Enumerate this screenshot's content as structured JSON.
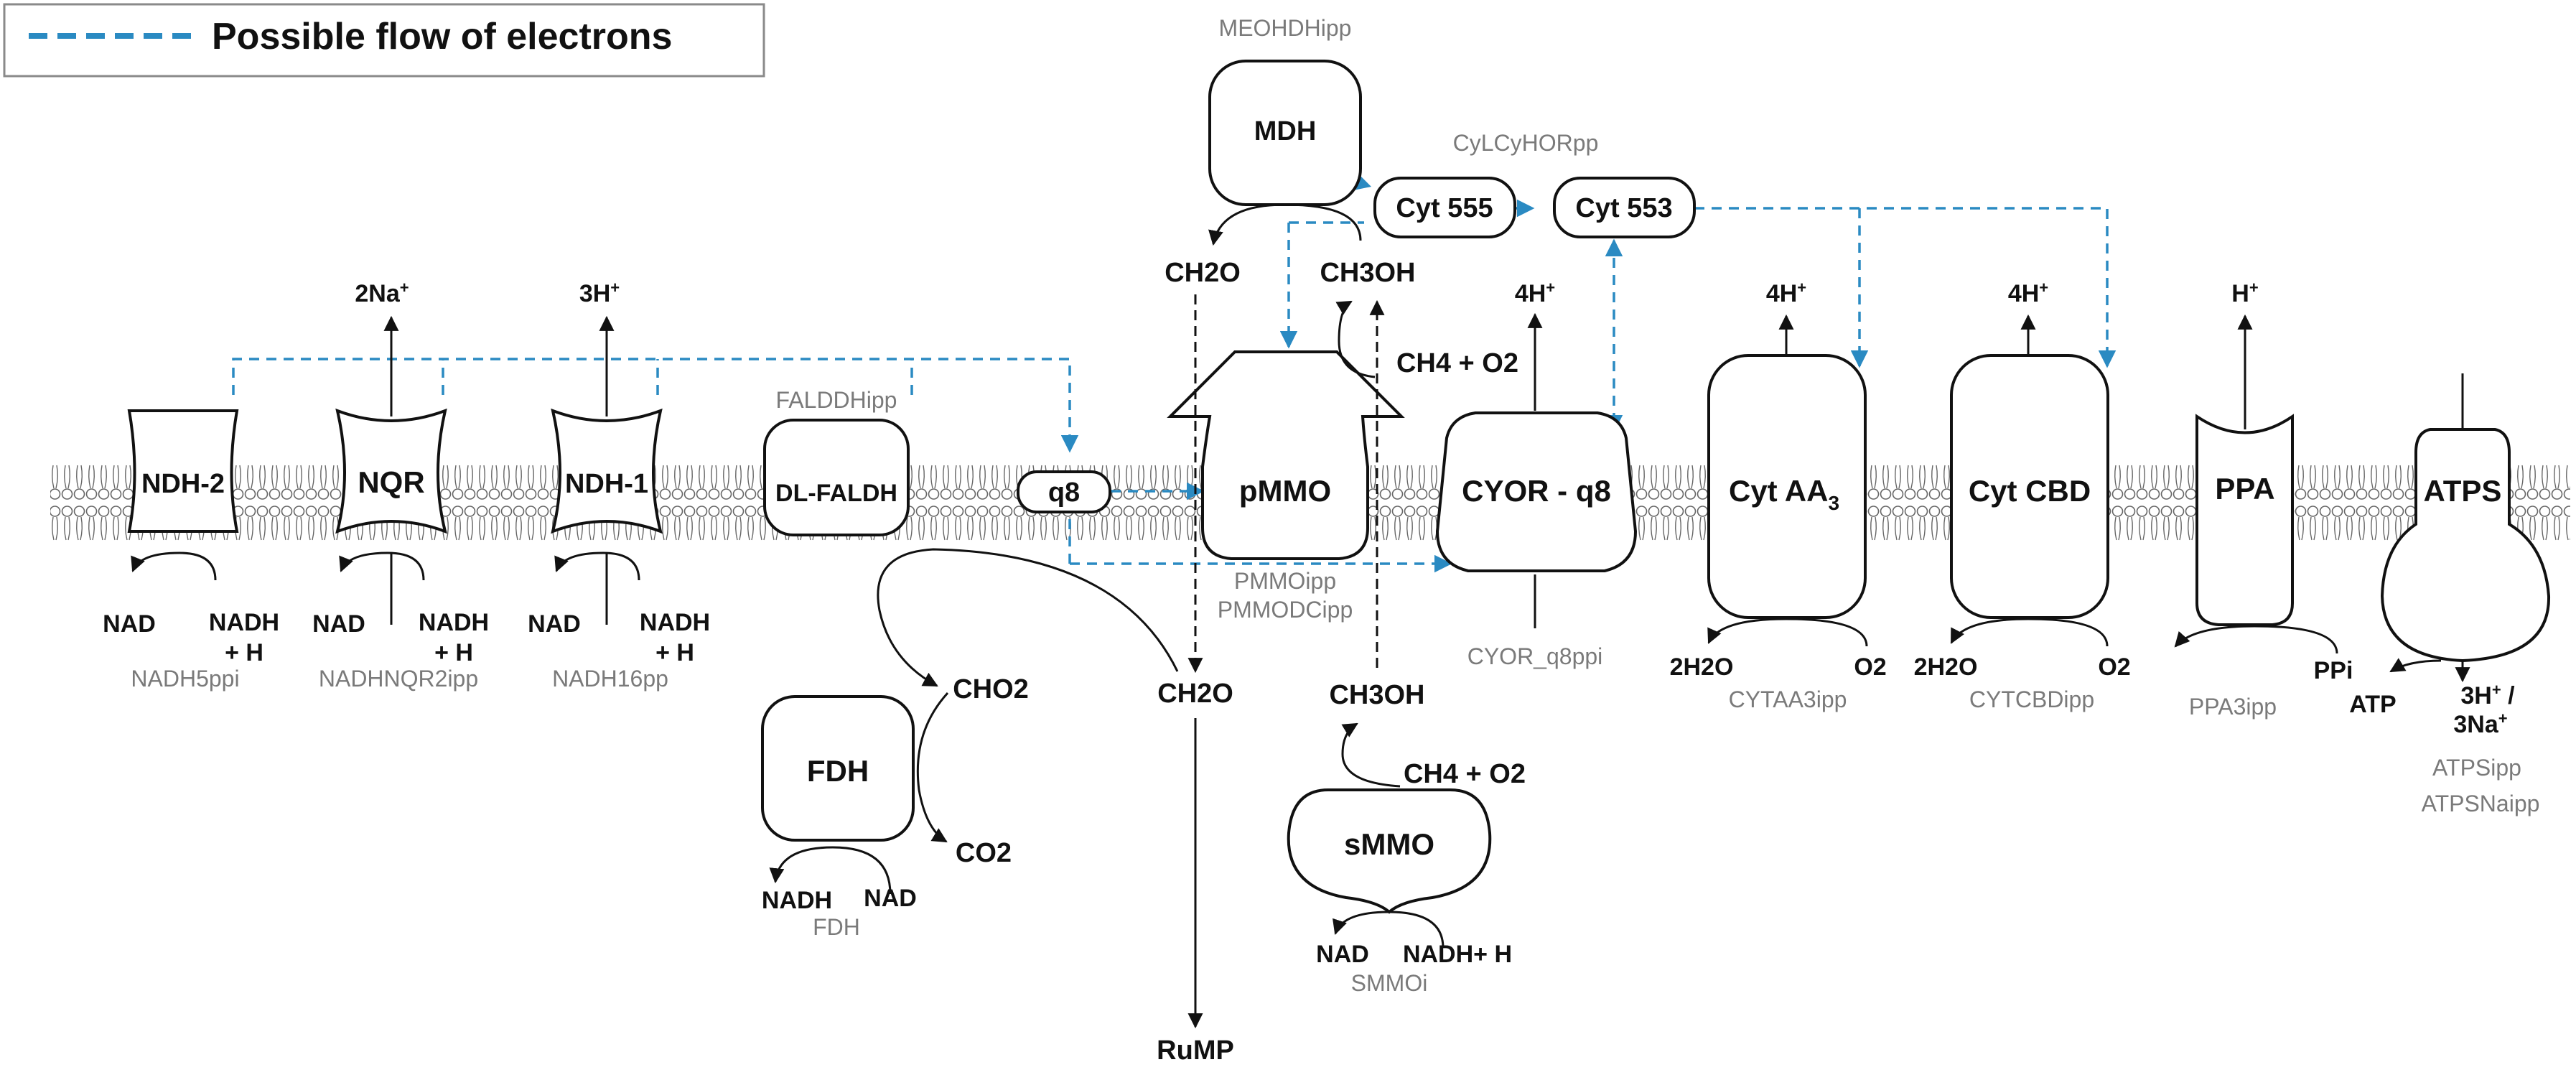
{
  "legend": {
    "label": "Possible flow of electrons"
  },
  "colors": {
    "electron_flow": "#2a8ac2",
    "outline": "#111111",
    "reaction_label": "#7a7a7a"
  },
  "enzymes": {
    "ndh2": "NDH-2",
    "nqr": "NQR",
    "ndh1": "NDH-1",
    "dlfaldh": "DL-FALDH",
    "q8": "q8",
    "pmmo": "pMMO",
    "cyor": "CYOR - q8",
    "cytaa3_main": "Cyt AA",
    "cytaa3_sub": "3",
    "cytcbd": "Cyt CBD",
    "ppa": "PPA",
    "atps": "ATPS",
    "mdh": "MDH",
    "cyt555": "Cyt 555",
    "cyt553": "Cyt 553",
    "fdh": "FDH",
    "smmo": "sMMO"
  },
  "metabolites": {
    "ndh2_in": "NAD",
    "ndh2_out_1": "NADH",
    "ndh2_out_2": "+ H",
    "nqr_top_main": "2Na",
    "nqr_top_sup": "+",
    "nqr_in": "NAD",
    "nqr_out_1": "NADH",
    "nqr_out_2": "+ H",
    "ndh1_top_main": "3H",
    "ndh1_top_sup": "+",
    "ndh1_in": "NAD",
    "ndh1_out_1": "NADH",
    "ndh1_out_2": "+ H",
    "cho2": "CHO2",
    "co2": "CO2",
    "fdh_nadh": "NADH",
    "fdh_nad": "NAD",
    "ch2o_top": "CH2O",
    "ch3oh_top": "CH3OH",
    "ch4o2_top": "CH4 + O2",
    "ch2o_mid": "CH2O",
    "rump": "RuMP",
    "ch3oh_bottom": "CH3OH",
    "ch4o2_bottom": "CH4 + O2",
    "smmo_nad": "NAD",
    "smmo_nadh": "NADH+ H",
    "cyor_top_main": "4H",
    "cyor_top_sup": "+",
    "aa3_top_main": "4H",
    "aa3_top_sup": "+",
    "aa3_h2o": "2H2O",
    "aa3_o2": "O2",
    "cbd_top_main": "4H",
    "cbd_top_sup": "+",
    "cbd_h2o": "2H2O",
    "cbd_o2": "O2",
    "ppa_top_main": "H",
    "ppa_top_sup": "+",
    "ppa_ppi": "PPi",
    "atps_atp": "ATP",
    "atps_ions_main_1": "3H",
    "atps_ions_sup_1": "+",
    "atps_ions_slash": " /",
    "atps_ions_main_2": "3Na",
    "atps_ions_sup_2": "+"
  },
  "reactions": {
    "nadh5ppi": "NADH5ppi",
    "nadhnqr2ipp": "NADHNQR2ipp",
    "nadh16pp": "NADH16pp",
    "faldhipp": "FALDDHipp",
    "fdh": "FDH",
    "meohdhipp": "MEOHDHipp",
    "cylcyhorpp": "CyLCyHORpp",
    "pmmoipp": "PMMOipp",
    "pmmodcipp": "PMMODCipp",
    "smmoi": "SMMOi",
    "cyor_q8ppi": "CYOR_q8ppi",
    "cytaa3ipp": "CYTAA3ipp",
    "cytcbdipp": "CYTCBDipp",
    "ppa3ipp": "PPA3ipp",
    "atpsipp": "ATPSipp",
    "atpsnaipp": "ATPSNaipp"
  }
}
